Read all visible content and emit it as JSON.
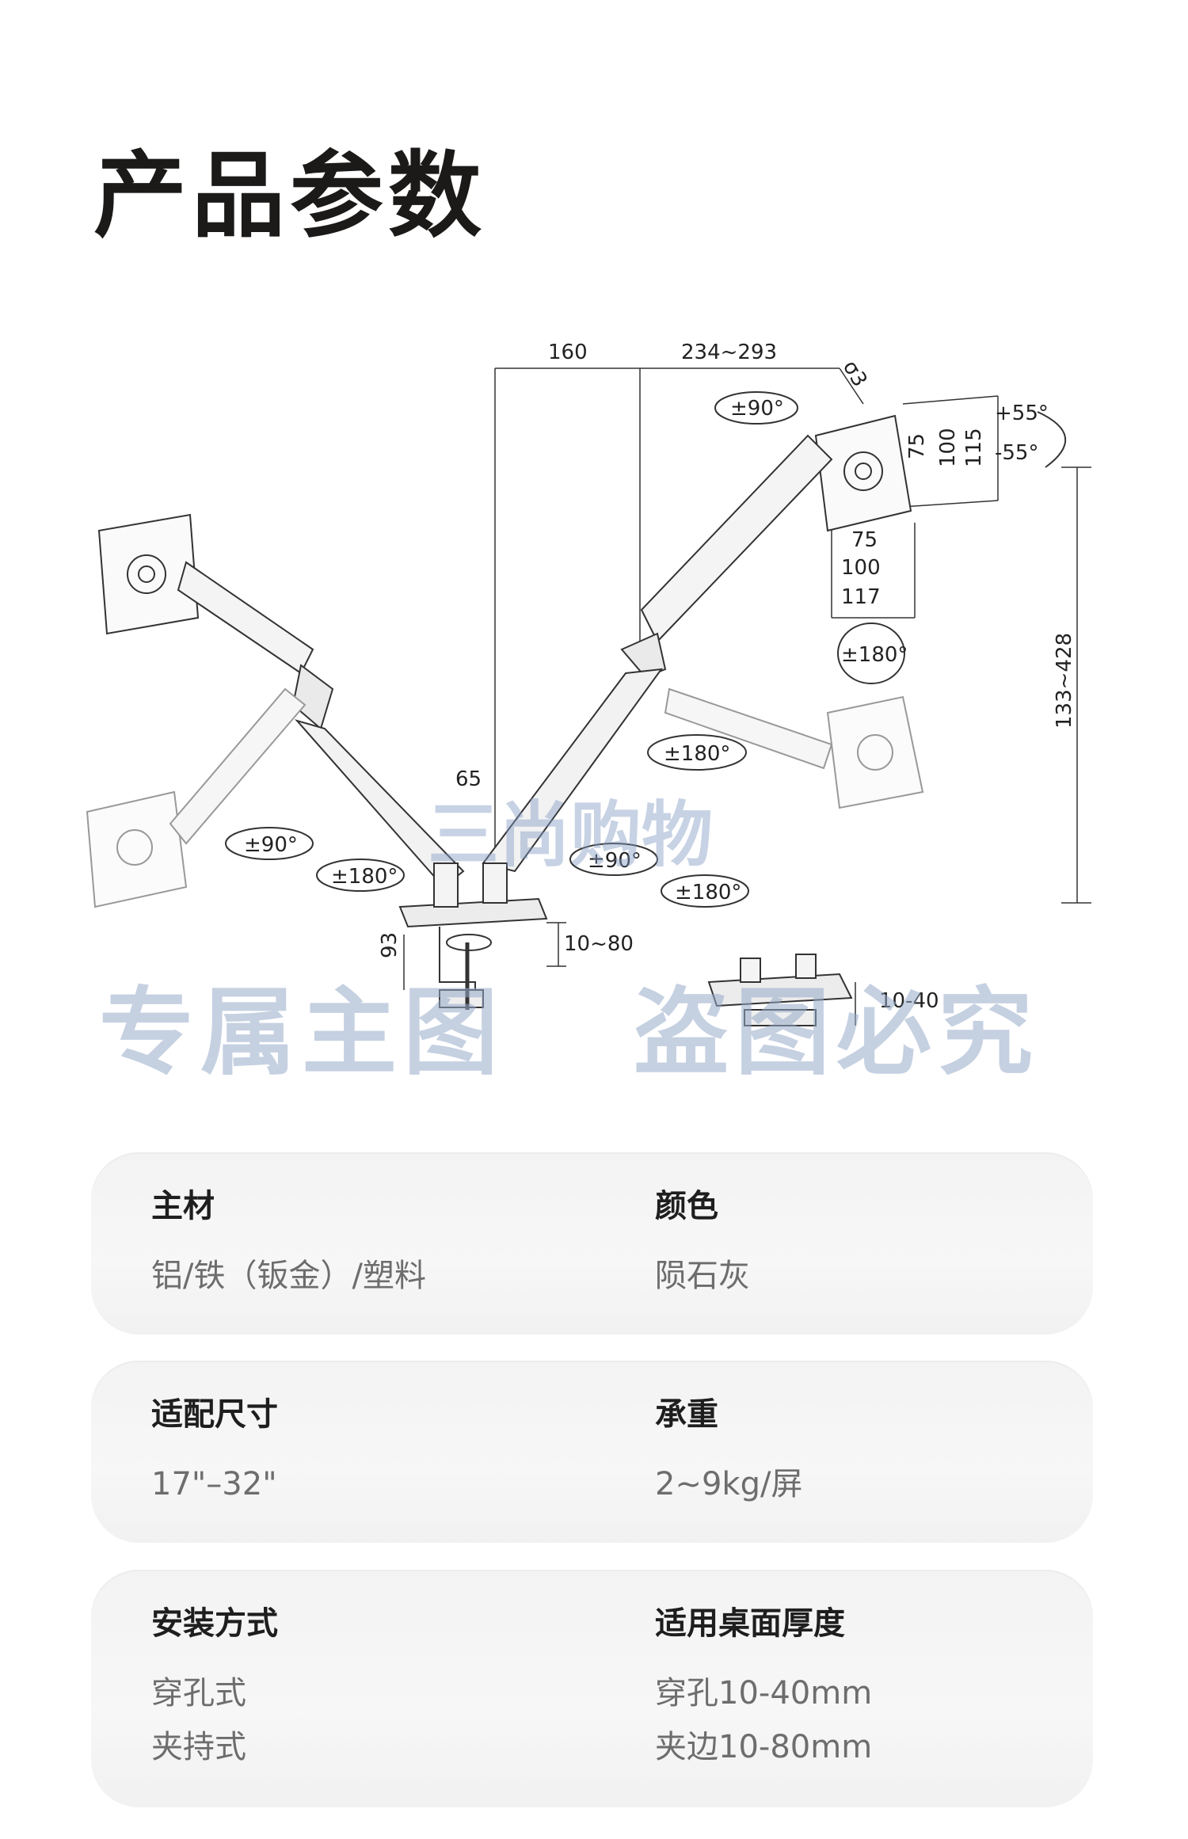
{
  "page_title": "产品参数",
  "diagram": {
    "dim_160": "160",
    "dim_234_293": "234~293",
    "dim_o3": "σ3",
    "rot_90_top": "±90°",
    "tilt_plus": "+55°",
    "tilt_minus": "-55°",
    "vesa_v75": "75",
    "vesa_v100": "100",
    "vesa_v115": "115",
    "vesa_h75": "75",
    "vesa_h100": "100",
    "vesa_h117": "117",
    "rot_180_right": "±180°",
    "height_range": "133~428",
    "rot_180_mid": "±180°",
    "dim_65": "65",
    "rot_90_left": "±90°",
    "rot_180_left": "±180°",
    "rot_90_mid": "±90°",
    "rot_180_low": "±180°",
    "dim_10_80": "10~80",
    "dim_93": "93",
    "dim_10_40": "10-40"
  },
  "watermarks": {
    "brand": "三尚购物",
    "left": "专属主图",
    "right": "盗图必究"
  },
  "specs": [
    {
      "left_label": "主材",
      "left_value": "铝/铁（钣金）/塑料",
      "right_label": "颜色",
      "right_value": "陨石灰"
    },
    {
      "left_label": "适配尺寸",
      "left_value": "17\"–32\"",
      "right_label": "承重",
      "right_value": "2~9kg/屏"
    },
    {
      "left_label": "安装方式",
      "left_value_1": "穿孔式",
      "left_value_2": "夹持式",
      "right_label": "适用桌面厚度",
      "right_value_1": "穿孔10-40mm",
      "right_value_2": "夹边10-80mm"
    }
  ]
}
